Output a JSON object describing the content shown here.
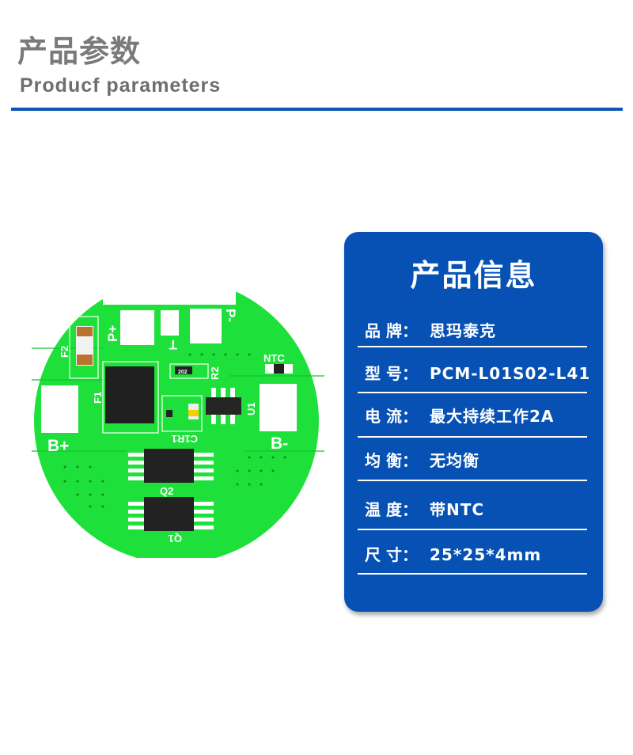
{
  "header": {
    "title_cn": "产品参数",
    "title_en": "Producf  parameters",
    "accent_color": "#0b55b5"
  },
  "product_image": {
    "board_color": "#1ee03a",
    "silkscreen_labels": [
      "P+",
      "T",
      "P-",
      "F2",
      "F1",
      "R2",
      "U1",
      "NTC",
      "B+",
      "B-",
      "C1R1",
      "Q2",
      "Q1",
      "202"
    ]
  },
  "info_card": {
    "title": "产品信息",
    "background_color": "#0651b3",
    "rows": [
      {
        "label": "品 牌：",
        "value": "思玛泰克"
      },
      {
        "label": "型  号：",
        "value": "PCM-L01S02-L41"
      },
      {
        "label": "电  流：",
        "value": "最大持续工作2A"
      },
      {
        "label": "均  衡：",
        "value": "无均衡"
      },
      {
        "label": "温  度：",
        "value": "带NTC"
      },
      {
        "label": "尺  寸：",
        "value": "25*25*4mm"
      }
    ]
  }
}
